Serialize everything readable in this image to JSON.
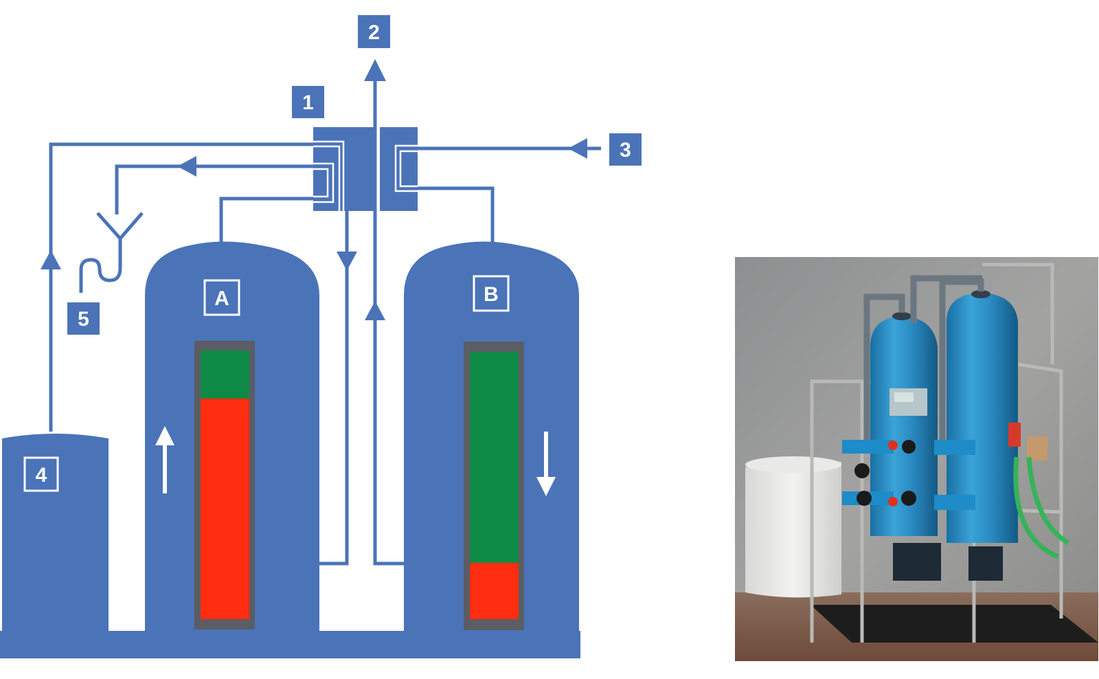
{
  "colors": {
    "blue": "#4b73b8",
    "white": "#ffffff",
    "green": "#0e8a47",
    "red": "#ff2d10",
    "column_frame": "#5a5d63"
  },
  "labels": {
    "valve": "1",
    "outlet": "2",
    "inlet": "3",
    "brine_tank": "4",
    "drain": "5",
    "tank_a": "A",
    "tank_b": "B"
  },
  "resin_levels": {
    "tank_a_regenerated_fraction": 0.18,
    "tank_b_regenerated_fraction": 0.79
  },
  "icons": {
    "flow_up": "arrow-up-icon",
    "flow_down": "arrow-down-icon",
    "flow_left": "arrow-left-icon",
    "photo": "water-softener-photo"
  }
}
